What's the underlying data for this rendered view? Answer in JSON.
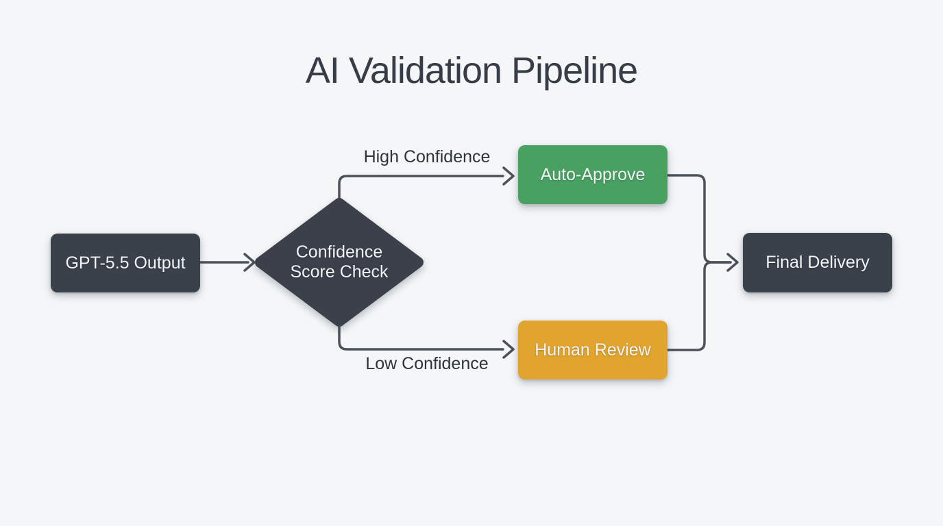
{
  "title": "AI Validation Pipeline",
  "nodes": {
    "gpt_output": {
      "label": "GPT-5.5 Output",
      "type": "process"
    },
    "confidence_check": {
      "label": "Confidence Score Check",
      "line1": "Confidence",
      "line2": "Score Check",
      "type": "decision"
    },
    "auto_approve": {
      "label": "Auto-Approve",
      "type": "process"
    },
    "human_review": {
      "label": "Human Review",
      "type": "process"
    },
    "final_delivery": {
      "label": "Final Delivery",
      "type": "process"
    }
  },
  "edges": {
    "output_to_check": {
      "from": "GPT-5.5 Output",
      "to": "Confidence Score Check",
      "label": ""
    },
    "check_to_auto": {
      "from": "Confidence Score Check",
      "to": "Auto-Approve",
      "label": "High Confidence"
    },
    "check_to_human": {
      "from": "Confidence Score Check",
      "to": "Human Review",
      "label": "Low Confidence"
    },
    "auto_to_final": {
      "from": "Auto-Approve",
      "to": "Final Delivery",
      "label": ""
    },
    "human_to_final": {
      "from": "Human Review",
      "to": "Final Delivery",
      "label": ""
    }
  },
  "colors": {
    "background": "#f4f6f8",
    "node_dark": "#3a414b",
    "node_green": "#48a061",
    "node_orange": "#e0a42f",
    "connector": "#4b525b",
    "title_text": "#363d47",
    "label_text": "#2e343c",
    "node_text": "#f2f4f5"
  }
}
